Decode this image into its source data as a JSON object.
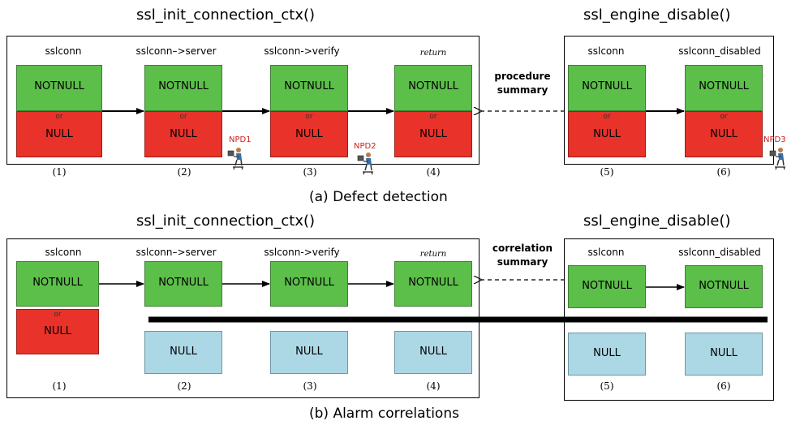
{
  "panel_a": {
    "left_title": "ssl_init_connection_ctx()",
    "right_title": "ssl_engine_disable()",
    "caption": "(a) Defect detection",
    "summary": [
      "procedure",
      "summary"
    ],
    "columns": [
      {
        "label": "sslconn",
        "top": "NOTNULL",
        "or": "or",
        "bottom": "NULL",
        "num": "(1)"
      },
      {
        "label": "sslconn–>server",
        "top": "NOTNULL",
        "or": "or",
        "bottom": "NULL",
        "num": "(2)",
        "npd": "NPD1"
      },
      {
        "label": "sslconn->verify",
        "top": "NOTNULL",
        "or": "or",
        "bottom": "NULL",
        "num": "(3)",
        "npd": "NPD2"
      },
      {
        "label": "return",
        "top": "NOTNULL",
        "or": "or",
        "bottom": "NULL",
        "num": "(4)"
      },
      {
        "label": "sslconn",
        "top": "NOTNULL",
        "or": "or",
        "bottom": "NULL",
        "num": "(5)"
      },
      {
        "label": "sslconn_disabled",
        "top": "NOTNULL",
        "or": "or",
        "bottom": "NULL",
        "num": "(6)",
        "npd": "NPD3"
      }
    ]
  },
  "panel_b": {
    "left_title": "ssl_init_connection_ctx()",
    "right_title": "ssl_engine_disable()",
    "caption": "(b) Alarm correlations",
    "summary": [
      "correlation",
      "summary"
    ],
    "columns": [
      {
        "label": "sslconn",
        "top": "NOTNULL",
        "or": "or",
        "bottom": "NULL",
        "num": "(1)"
      },
      {
        "label": "sslconn–>server",
        "top": "NOTNULL",
        "bottom": "NULL",
        "num": "(2)"
      },
      {
        "label": "sslconn->verify",
        "top": "NOTNULL",
        "bottom": "NULL",
        "num": "(3)"
      },
      {
        "label": "return",
        "top": "NOTNULL",
        "bottom": "NULL",
        "num": "(4)"
      },
      {
        "label": "sslconn",
        "top": "NOTNULL",
        "bottom": "NULL",
        "num": "(5)"
      },
      {
        "label": "sslconn_disabled",
        "top": "NOTNULL",
        "bottom": "NULL",
        "num": "(6)"
      }
    ]
  },
  "colors": {
    "notnull": "#5cbf4a",
    "null_red": "#e8322a",
    "null_blue": "#acd8e6",
    "npd": "#d02020"
  },
  "icons": [
    "person-at-computer-icon"
  ]
}
